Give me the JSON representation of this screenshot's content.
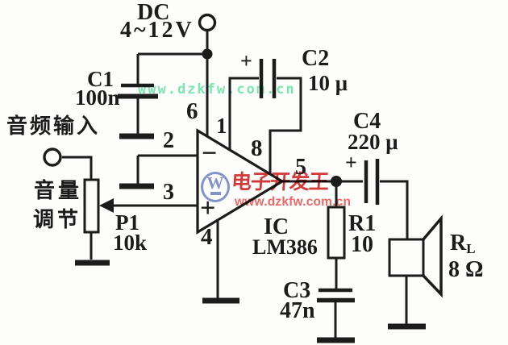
{
  "power": {
    "label_line1": "DC",
    "label_line2": "4~12V"
  },
  "input": {
    "label": "音频输入"
  },
  "volume": {
    "label_line1": "音量",
    "label_line2": "调节"
  },
  "components": {
    "c1": {
      "ref": "C1",
      "value": "100n"
    },
    "c2": {
      "ref": "C2",
      "value": "10 μ",
      "polarity": "+"
    },
    "c3": {
      "ref": "C3",
      "value": "47n"
    },
    "c4": {
      "ref": "C4",
      "value": "220 μ",
      "polarity": "+"
    },
    "p1": {
      "ref": "P1",
      "value": "10k"
    },
    "r1": {
      "ref": "R1",
      "value": "10"
    },
    "rl": {
      "ref": "R",
      "ref_sub": "L",
      "value": "8 Ω"
    },
    "ic": {
      "line1": "IC",
      "line2": "LM386"
    }
  },
  "opamp": {
    "minus": "−",
    "plus": "+",
    "pin1": "1",
    "pin2": "2",
    "pin3": "3",
    "pin4": "4",
    "pin5": "5",
    "pin6": "6",
    "pin8": "8"
  },
  "watermarks": {
    "green_url": "www.dzkfw.com.cn",
    "logo_letter": "W",
    "brand": "电子开发王",
    "red_url": "www.dzkfw.com.cn"
  },
  "colors": {
    "line": "#1c1c1c",
    "green_watermark": "#7ce9b3",
    "brand_red": "#d43a3a",
    "red_url": "#ed6a6a",
    "logo_blue": "#8494cd"
  }
}
